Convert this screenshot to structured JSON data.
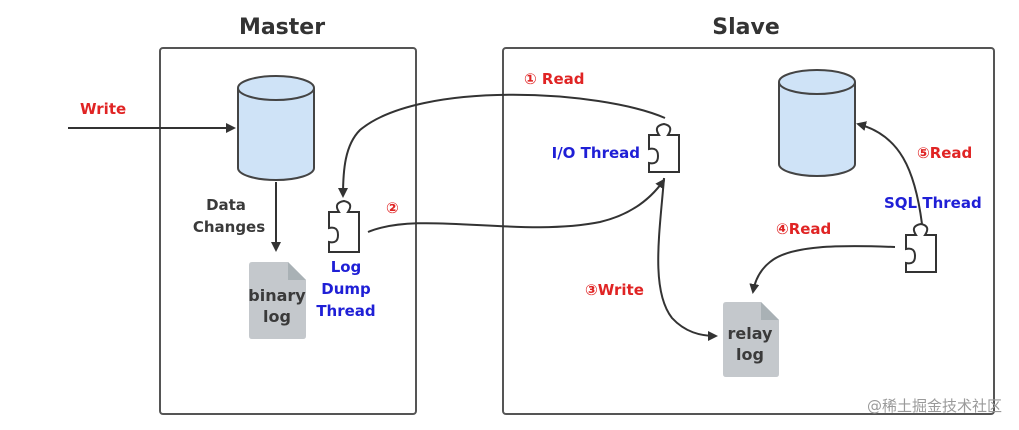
{
  "master": {
    "title": "Master",
    "write_label": "Write",
    "data_changes": [
      "Data",
      "Changes"
    ],
    "binary_log": [
      "binary",
      "log"
    ],
    "log_dump_thread": [
      "Log",
      "Dump",
      "Thread"
    ],
    "step2": "②"
  },
  "slave": {
    "title": "Slave",
    "step1": "① Read",
    "io_thread": "I/O Thread",
    "step3": "③Write",
    "step4": "④Read",
    "step5": "⑤Read",
    "sql_thread": "SQL Thread",
    "relay_log": [
      "relay",
      "log"
    ]
  },
  "colors": {
    "database_fill": "#cfe3f7",
    "file_fill": "#c4c8cc",
    "label_red": "#e02424",
    "label_blue": "#1f1fd6"
  },
  "watermark": "@稀土掘金技术社区"
}
